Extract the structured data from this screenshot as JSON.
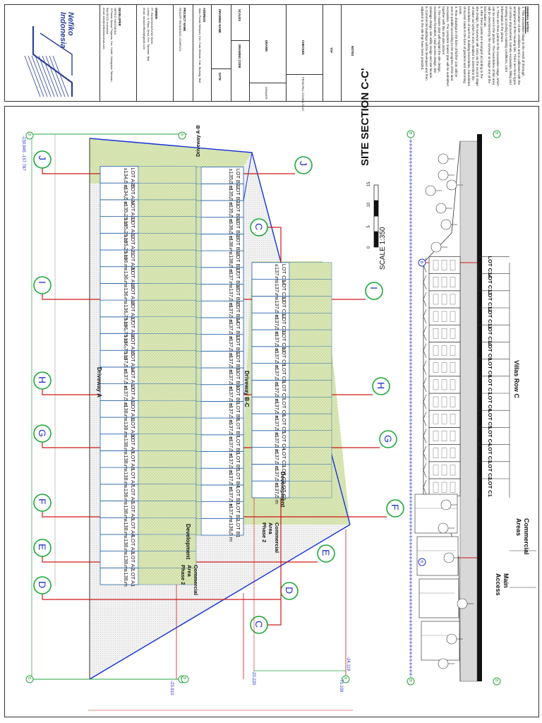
{
  "title_block": {
    "company": {
      "name_line1": "Nefiko",
      "name_line2": "Indonesia"
    },
    "developer": {
      "label": "DEVELOPER",
      "name": "NEFIKO INDONESIA",
      "address": "Jl.Pantai Nyanyi Tinjauan, Kec. Kediri, Kabupaten Tabanan,",
      "address2": "Bali 82121 Indonesia",
      "email": "email: info@nefikoindonesia.com"
    },
    "owner": {
      "label": "OWNER",
      "name": "PT. RANDOM AGUNG RAYA",
      "address": "Lokasi: Jl. Raya, Desa, Kec. Tabanan, Bali",
      "email": "email: randomofficial@gmail.com"
    },
    "project": {
      "label": "PROJECT NAME",
      "name": "RESORT RESIDENCE COMPLEX"
    },
    "address": {
      "label": "ADDRESS",
      "value": "Jalan Pantai Nelayan, Kec. Kuta Selatan, Kab. Badung, Bali"
    },
    "drawing_name": {
      "label": "DRAWING NAME"
    },
    "scales": {
      "label": "SCALES"
    },
    "drawing_code": {
      "label": "DRAWING CODE"
    },
    "date": {
      "label": "DATE"
    },
    "drawn": {
      "label": "DRAWN"
    },
    "drawer": {
      "label": "DRAWER"
    },
    "checked": {
      "label": "CHECKED"
    },
    "principal": {
      "label": "PRINCIPAL CONSULTANT"
    },
    "ttp": {
      "label": "TTP"
    },
    "notes": {
      "label": "NOTES",
      "heading": "GENERAL NOTES :",
      "lines": [
        "1. This excavation stage is the result of thorough",
        "observation of site conditions and is calibrated with the",
        "arrangement of the housing lots. There are three types",
        "of contour improvement, namely excavation, filling and",
        "leveling according to existing conditions, color",
        "information in the picture.",
        "2. There are three points in the excavation stage, which",
        "can be seen in the picture. The boundaries of this area",
        "will be determined by the surveyor at stage one of the",
        "land stake out.",
        "3. After these points are arranged according to the",
        "site design, the surveyor will carry out the second stage",
        "of stake out which is more detailed to determine the",
        "boundaries of each lot, building boundaries, boundaries",
        "of access roads in the form of gardens and swimming",
        "pools.",
        "4. Row drawings in the form of further cuts will be",
        "sent in parallel according to the progress of the land",
        "excavation. The complete master plan will be submitted",
        "together with this site plan picture.",
        "5. The master plan will explain the site design,",
        "excavation formation, road access design, site",
        "drainage design, site utility design and site facade.",
        "6. Commercial buildings will be developed and then",
        "adjusted to the site that have been provided."
      ]
    }
  },
  "plan": {
    "row_a_lots": [
      {
        "name": "LOT A1",
        "area": "±138 m"
      },
      {
        "name": "LOT A2",
        "area": "±138 m"
      },
      {
        "name": "LOT A3",
        "area": "±138 m"
      },
      {
        "name": "LOT A4",
        "area": "±138 m"
      },
      {
        "name": "LOT A5",
        "area": "±138 m"
      },
      {
        "name": "LOT A6",
        "area": "±138 m"
      },
      {
        "name": "LOT A7",
        "area": "±138 m"
      },
      {
        "name": "LOT A8",
        "area": "±138 m"
      },
      {
        "name": "LOT A9",
        "area": "±138 m"
      },
      {
        "name": "LOT A10",
        "area": "±138 m"
      },
      {
        "name": "LOT A11",
        "area": "±138 m"
      },
      {
        "name": "LOT A12",
        "area": "±137,5 m"
      },
      {
        "name": "LOT A13",
        "area": "±137,5 m"
      },
      {
        "name": "LOT A14",
        "area": "±137,5 m"
      },
      {
        "name": "LOT A15",
        "area": "±136,75 m"
      },
      {
        "name": "LOT A16",
        "area": "±136,75 m"
      },
      {
        "name": "LOT A17",
        "area": "±136,75 m"
      },
      {
        "name": "LOT A18",
        "area": "±136 m"
      },
      {
        "name": "LOT A19",
        "area": "±136 m"
      },
      {
        "name": "LOT A20",
        "area": "±136 m"
      },
      {
        "name": "LOT A21",
        "area": "±135.25 m"
      },
      {
        "name": "LOT A22",
        "area": "±135.25 m"
      },
      {
        "name": "LOT A23",
        "area": "±135.25 m"
      },
      {
        "name": "LOT A24",
        "area": "±134,5 m"
      },
      {
        "name": "LOT A25",
        "area": "±134,5 m"
      }
    ],
    "row_b_lots": [
      {
        "name": "LOT B1",
        "area": "±138,5 m"
      },
      {
        "name": "LOT B2",
        "area": "±137 m"
      },
      {
        "name": "LOT B3",
        "area": "±137,5 m"
      },
      {
        "name": "LOT B4",
        "area": "±137,5 m"
      },
      {
        "name": "LOT B5",
        "area": "±137,5 m"
      },
      {
        "name": "LOT B6",
        "area": "±137,5 m"
      },
      {
        "name": "LOT B7",
        "area": "±137,5 m"
      },
      {
        "name": "LOT B8",
        "area": "±137,5 m"
      },
      {
        "name": "LOT B9",
        "area": "±137,5 m"
      },
      {
        "name": "LOT B10",
        "area": "±137,5 m"
      },
      {
        "name": "LOT B11",
        "area": "±137,5 m"
      },
      {
        "name": "LOT B12",
        "area": "±137,5 m"
      },
      {
        "name": "LOT B13",
        "area": "±137,5 m"
      },
      {
        "name": "LOT B14",
        "area": "±137,5 m"
      },
      {
        "name": "LOT B15",
        "area": "±137,5 m"
      },
      {
        "name": "LOT B16",
        "area": "±137 m"
      },
      {
        "name": "LOT B17",
        "area": "±138,5 m"
      },
      {
        "name": "LOT B18",
        "area": "±138 m"
      },
      {
        "name": "LOT B19",
        "area": "±138,5 m"
      },
      {
        "name": "LOT B20",
        "area": "±135,5 m"
      },
      {
        "name": "LOT B21",
        "area": "±135,5 m"
      },
      {
        "name": "LOT B22",
        "area": "±135,5 m"
      }
    ],
    "row_c_lots": [
      {
        "name": "LOT C1",
        "area": "±137,5 m"
      },
      {
        "name": "LOT C2",
        "area": "±137,5 m"
      },
      {
        "name": "LOT C3",
        "area": "±137,5 m"
      },
      {
        "name": "LOT C4",
        "area": "±137,5 m"
      },
      {
        "name": "LOT C5",
        "area": "±137,5 m"
      },
      {
        "name": "LOT C6",
        "area": "±137,5 m"
      },
      {
        "name": "LOT C7",
        "area": "±137,5 m"
      },
      {
        "name": "LOT C8",
        "area": "±137,5 m"
      },
      {
        "name": "LOT C9",
        "area": "±137,5 m"
      },
      {
        "name": "LOT C10",
        "area": "±137,5 m"
      },
      {
        "name": "LOT C11",
        "area": "±137,5 m"
      },
      {
        "name": "LOT C12",
        "area": "±137,5 m"
      },
      {
        "name": "LOT C13",
        "area": "±137 m"
      },
      {
        "name": "LOT C14",
        "area": "±137 m"
      }
    ],
    "driveway_a": "Driveway A",
    "driveway_ab": "Driveway A-B",
    "driveway_bc": "Driveway B-C",
    "development": "Development",
    "commercial_area_phase2": [
      "Commercial",
      "Area",
      "Phase 2"
    ],
    "grid_labels": [
      "D",
      "E",
      "F",
      "G",
      "H",
      "I",
      "J"
    ],
    "grid_c": "C",
    "grid_b": "B",
    "dimensions": {
      "top_left": "-130.845",
      "top_right": "-157.787",
      "bottom_a": "-23.910",
      "bottom_b": "-20.220",
      "bottom_c1": "-70.109",
      "bottom_c2": "-24.119"
    }
  },
  "section": {
    "title": "SITE SECTION C-C'",
    "scale": "SCALE 1:350",
    "scale_ticks": [
      "0",
      "5",
      "10",
      "15"
    ],
    "lots": [
      "LOT C1",
      "LOT C2",
      "LOT C3",
      "LOT C4",
      "LOT C5",
      "LOT C6",
      "LOT C7",
      "LOT C8",
      "LOT C9",
      "LOT C10",
      "LOT C11",
      "LOT C12",
      "LOT C13",
      "LOT C14"
    ],
    "villas_row": "Villas Row C",
    "commercial_areas": [
      "Commercial",
      "Areas"
    ],
    "main_access": [
      "Main",
      "Access"
    ],
    "markers": [
      "B",
      "B"
    ]
  },
  "colors": {
    "lot_green": "#dce8b8",
    "lot_blue_border": "#1f5fa8",
    "grid_red": "#d01919",
    "grid_green": "#26a33e",
    "boundary_blue": "#1532d8",
    "bubble_green": "#1ea83a"
  }
}
